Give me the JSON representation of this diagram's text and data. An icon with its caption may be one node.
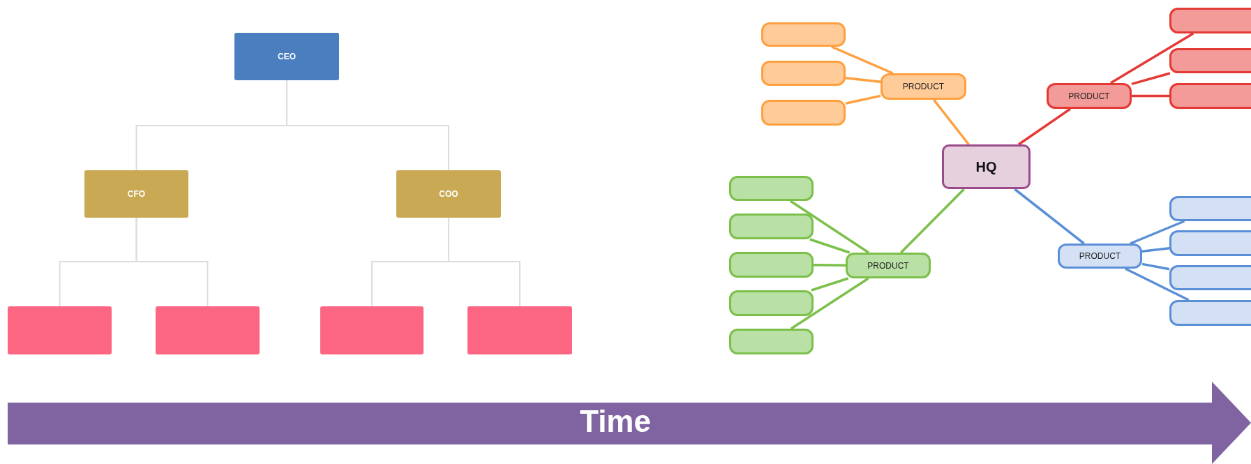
{
  "diagram": {
    "nodes": [
      {
        "text": [
          "CEO"
        ]
      },
      {
        "text": [
          "CFO"
        ]
      },
      {
        "text": [
          "COO"
        ]
      },
      {
        "text": [],
        "shape": "box"
      },
      {
        "text": [],
        "shape": "box"
      },
      {
        "text": [],
        "shape": "box"
      },
      {
        "text": [],
        "shape": "box"
      },
      {
        "text": [
          "HQ"
        ]
      },
      {
        "text": [
          "PRODUCT"
        ]
      },
      {
        "text": [],
        "shape": "box"
      },
      {
        "text": [],
        "shape": "box"
      },
      {
        "text": [],
        "shape": "box"
      },
      {
        "text": [
          "PRODUCT"
        ]
      },
      {
        "text": [],
        "shape": "box"
      },
      {
        "text": [],
        "shape": "box"
      },
      {
        "text": [],
        "shape": "box"
      },
      {
        "text": [
          "PRODUCT"
        ]
      },
      {
        "text": [],
        "shape": "box"
      },
      {
        "text": [],
        "shape": "box"
      },
      {
        "text": [],
        "shape": "box"
      },
      {
        "text": [],
        "shape": "box"
      },
      {
        "text": [],
        "shape": "box"
      },
      {
        "text": [
          "PRODUCT"
        ]
      },
      {
        "text": [],
        "shape": "box"
      },
      {
        "text": [],
        "shape": "box"
      },
      {
        "text": [],
        "shape": "box"
      },
      {
        "text": [],
        "shape": "box"
      },
      {
        "text": [
          "Time"
        ]
      }
    ],
    "edges": [
      {
        "from": 0,
        "to": 1,
        "arrow": "none"
      },
      {
        "from": 0,
        "to": 2,
        "arrow": "none"
      },
      {
        "from": 1,
        "to": 3,
        "arrow": "none"
      },
      {
        "from": 1,
        "to": 4,
        "arrow": "none"
      },
      {
        "from": 2,
        "to": 5,
        "arrow": "none"
      },
      {
        "from": 2,
        "to": 6,
        "arrow": "none"
      },
      {
        "from": 7,
        "to": 8,
        "arrow": "none",
        "color": "#ffa040"
      },
      {
        "from": 8,
        "to": 9,
        "arrow": "none",
        "color": "#ffa040"
      },
      {
        "from": 8,
        "to": 10,
        "arrow": "none",
        "color": "#ffa040"
      },
      {
        "from": 8,
        "to": 11,
        "arrow": "none",
        "color": "#ffa040"
      },
      {
        "from": 7,
        "to": 12,
        "arrow": "none",
        "color": "#e53935"
      },
      {
        "from": 12,
        "to": 13,
        "arrow": "none",
        "color": "#e53935"
      },
      {
        "from": 12,
        "to": 14,
        "arrow": "none",
        "color": "#e53935"
      },
      {
        "from": 12,
        "to": 15,
        "arrow": "none",
        "color": "#e53935"
      },
      {
        "from": 7,
        "to": 16,
        "arrow": "none",
        "color": "#7cc04b"
      },
      {
        "from": 16,
        "to": 17,
        "arrow": "none",
        "color": "#7cc04b"
      },
      {
        "from": 16,
        "to": 18,
        "arrow": "none",
        "color": "#7cc04b"
      },
      {
        "from": 16,
        "to": 19,
        "arrow": "none",
        "color": "#7cc04b"
      },
      {
        "from": 16,
        "to": 20,
        "arrow": "none",
        "color": "#7cc04b"
      },
      {
        "from": 16,
        "to": 21,
        "arrow": "none",
        "color": "#7cc04b"
      },
      {
        "from": 7,
        "to": 22,
        "arrow": "none",
        "color": "#5a8fd8"
      },
      {
        "from": 22,
        "to": 23,
        "arrow": "none",
        "color": "#5a8fd8"
      },
      {
        "from": 22,
        "to": 24,
        "arrow": "none",
        "color": "#5a8fd8"
      },
      {
        "from": 22,
        "to": 25,
        "arrow": "none",
        "color": "#5a8fd8"
      },
      {
        "from": 22,
        "to": 26,
        "arrow": "none",
        "color": "#5a8fd8"
      }
    ]
  }
}
